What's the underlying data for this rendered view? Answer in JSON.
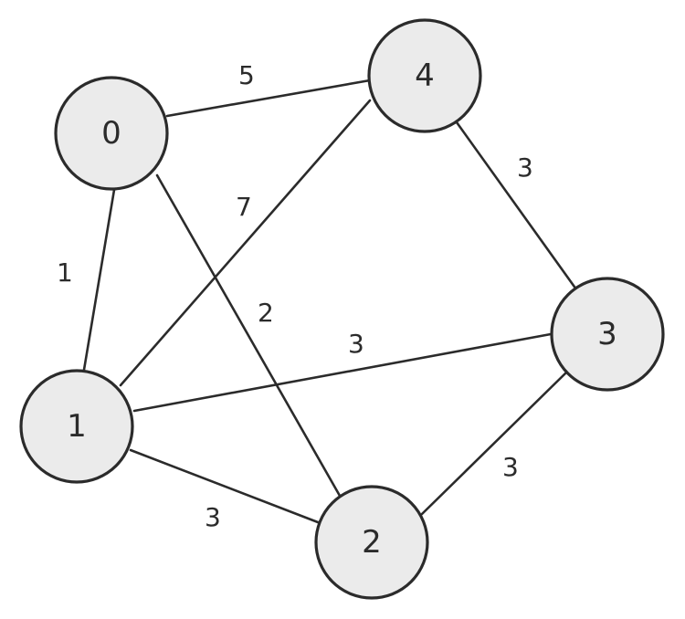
{
  "graph": {
    "colors": {
      "node_fill": "#ebebeb",
      "stroke": "#2b2b2b",
      "background": "#ffffff"
    },
    "nodes": [
      {
        "id": "0",
        "label": "0"
      },
      {
        "id": "1",
        "label": "1"
      },
      {
        "id": "2",
        "label": "2"
      },
      {
        "id": "3",
        "label": "3"
      },
      {
        "id": "4",
        "label": "4"
      }
    ],
    "edges": [
      {
        "from": "0",
        "to": "4",
        "weight": "5"
      },
      {
        "from": "0",
        "to": "1",
        "weight": "1"
      },
      {
        "from": "0",
        "to": "2",
        "weight": "2"
      },
      {
        "from": "1",
        "to": "4",
        "weight": "7"
      },
      {
        "from": "1",
        "to": "3",
        "weight": "3"
      },
      {
        "from": "1",
        "to": "2",
        "weight": "3"
      },
      {
        "from": "4",
        "to": "3",
        "weight": "3"
      },
      {
        "from": "2",
        "to": "3",
        "weight": "3"
      }
    ]
  }
}
